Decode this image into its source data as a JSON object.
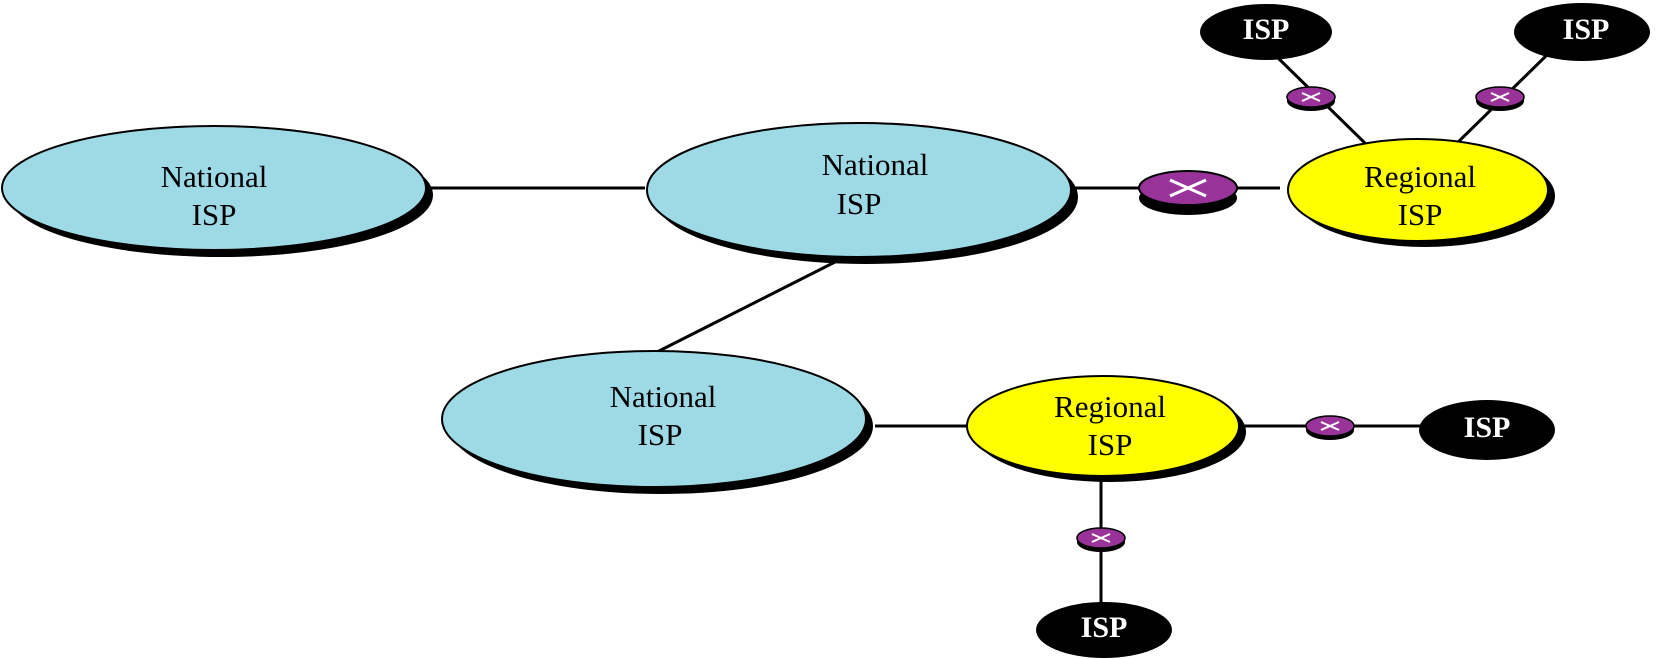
{
  "nodes": {
    "national_isp_left": {
      "line1": "National",
      "line2": "ISP"
    },
    "national_isp_center": {
      "line1": "National",
      "line2": "ISP"
    },
    "national_isp_bottom": {
      "line1": "National",
      "line2": "ISP"
    },
    "regional_isp_top": {
      "line1": "Regional",
      "line2": "ISP"
    },
    "regional_isp_bottom": {
      "line1": "Regional",
      "line2": "ISP"
    },
    "isp_top_left": {
      "label": "ISP"
    },
    "isp_top_right": {
      "label": "ISP"
    },
    "isp_right": {
      "label": "ISP"
    },
    "isp_bottom": {
      "label": "ISP"
    }
  },
  "colors": {
    "national": "#9ed9e6",
    "regional": "#ffff00",
    "local_isp": "#000000",
    "router": "#993399",
    "router_mark": "#ffffff",
    "link": "#000000"
  }
}
